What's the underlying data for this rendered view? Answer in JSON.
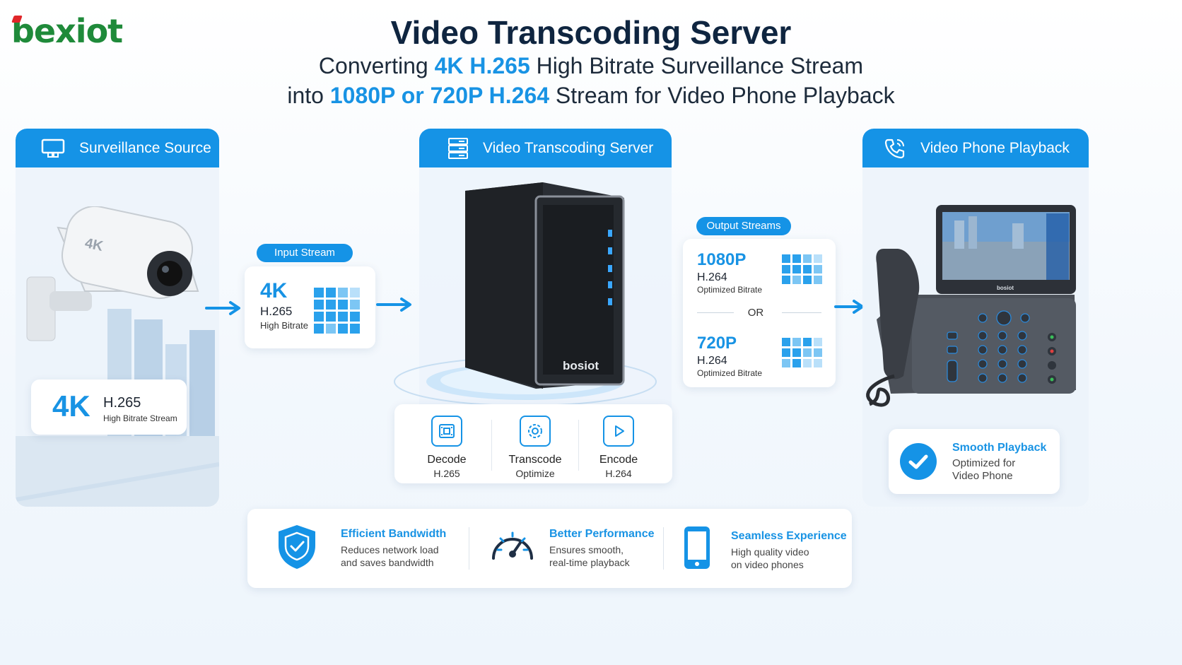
{
  "logo": {
    "text": "bexiot"
  },
  "header": {
    "title": "Video Transcoding Server",
    "line1_pre": "Converting ",
    "line1_hl": "4K H.265",
    "line1_post": " High Bitrate Surveillance Stream",
    "line2_pre": "into ",
    "line2_hl": "1080P or 720P H.264",
    "line2_post": " Stream for Video Phone Playback"
  },
  "source": {
    "header": "Surveillance Source",
    "camera_mark": "4K",
    "card_big": "4K",
    "card_codec": "H.265",
    "card_desc": "High Bitrate Stream"
  },
  "input": {
    "pill": "Input Stream",
    "res": "4K",
    "codec": "H.265",
    "desc": "High Bitrate"
  },
  "server": {
    "header": "Video Transcoding Server",
    "brand": "bosiot",
    "steps": [
      {
        "label": "Decode",
        "sub": "H.265",
        "icon": "film-icon"
      },
      {
        "label": "Transcode",
        "sub": "Optimize",
        "icon": "gear-icon"
      },
      {
        "label": "Encode",
        "sub": "H.264",
        "icon": "play-icon"
      }
    ]
  },
  "output": {
    "pill": "Output Streams",
    "opt1_res": "1080P",
    "opt1_codec": "H.264",
    "opt1_desc": "Optimized Bitrate",
    "or": "OR",
    "opt2_res": "720P",
    "opt2_codec": "H.264",
    "opt2_desc": "Optimized Bitrate"
  },
  "phone": {
    "header": "Video Phone Playback",
    "brand": "bosiot",
    "card_title": "Smooth Playback",
    "card_line1": "Optimized for",
    "card_line2": "Video Phone"
  },
  "benefits": [
    {
      "title": "Efficient Bandwidth",
      "line1": "Reduces network load",
      "line2": "and saves bandwidth",
      "icon": "shield-check-icon"
    },
    {
      "title": "Better Performance",
      "line1": "Ensures smooth,",
      "line2": "real-time playback",
      "icon": "speedometer-icon"
    },
    {
      "title": "Seamless Experience",
      "line1": "High quality video",
      "line2": "on video phones",
      "icon": "smartphone-icon"
    }
  ],
  "colors": {
    "accent": "#1593e6",
    "brand_green": "#1f8a3a",
    "brand_red": "#e0262a",
    "dark": "#0f2540"
  }
}
